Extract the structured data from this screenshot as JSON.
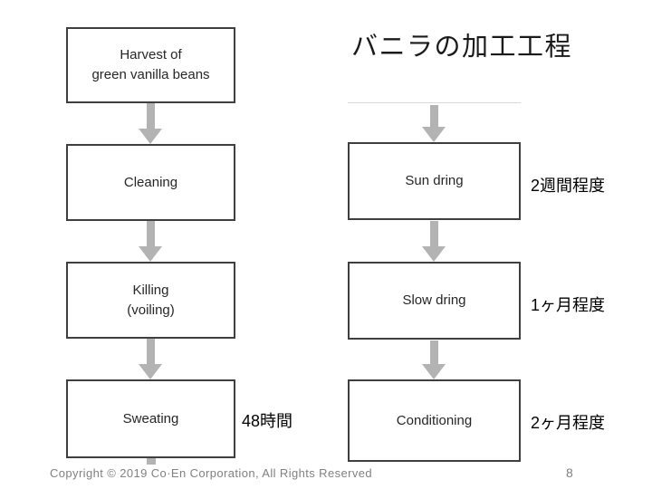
{
  "slide": {
    "title": "バニラの加工工程",
    "footer": {
      "copyright": "Copyright © 2019 Co·En Corporation, All Rights Reserved",
      "page_number": "8"
    }
  },
  "flow": {
    "left": {
      "steps": [
        {
          "lines": [
            "Harvest of",
            "green vanilla beans"
          ]
        },
        {
          "lines": [
            "Cleaning"
          ]
        },
        {
          "lines": [
            "Killing",
            "(voiling)"
          ]
        },
        {
          "lines": [
            "Sweating"
          ],
          "duration": "48時間"
        }
      ]
    },
    "right": {
      "steps": [
        {
          "lines": [
            "Sun dring"
          ],
          "duration": "2週間程度"
        },
        {
          "lines": [
            "Slow dring"
          ],
          "duration": "1ヶ月程度"
        },
        {
          "lines": [
            "Conditioning"
          ],
          "duration": "2ヶ月程度"
        }
      ]
    }
  },
  "icons": {
    "flow_connector": "arrow-down-icon"
  },
  "colors": {
    "box_border": "#3f3f3f",
    "box_text": "#262626",
    "arrow": "#b3b3b3",
    "title_text": "#1a1a1a",
    "duration_text": "#000000",
    "footer_text": "#818181",
    "top_connector_line": "#d9d9d9"
  }
}
